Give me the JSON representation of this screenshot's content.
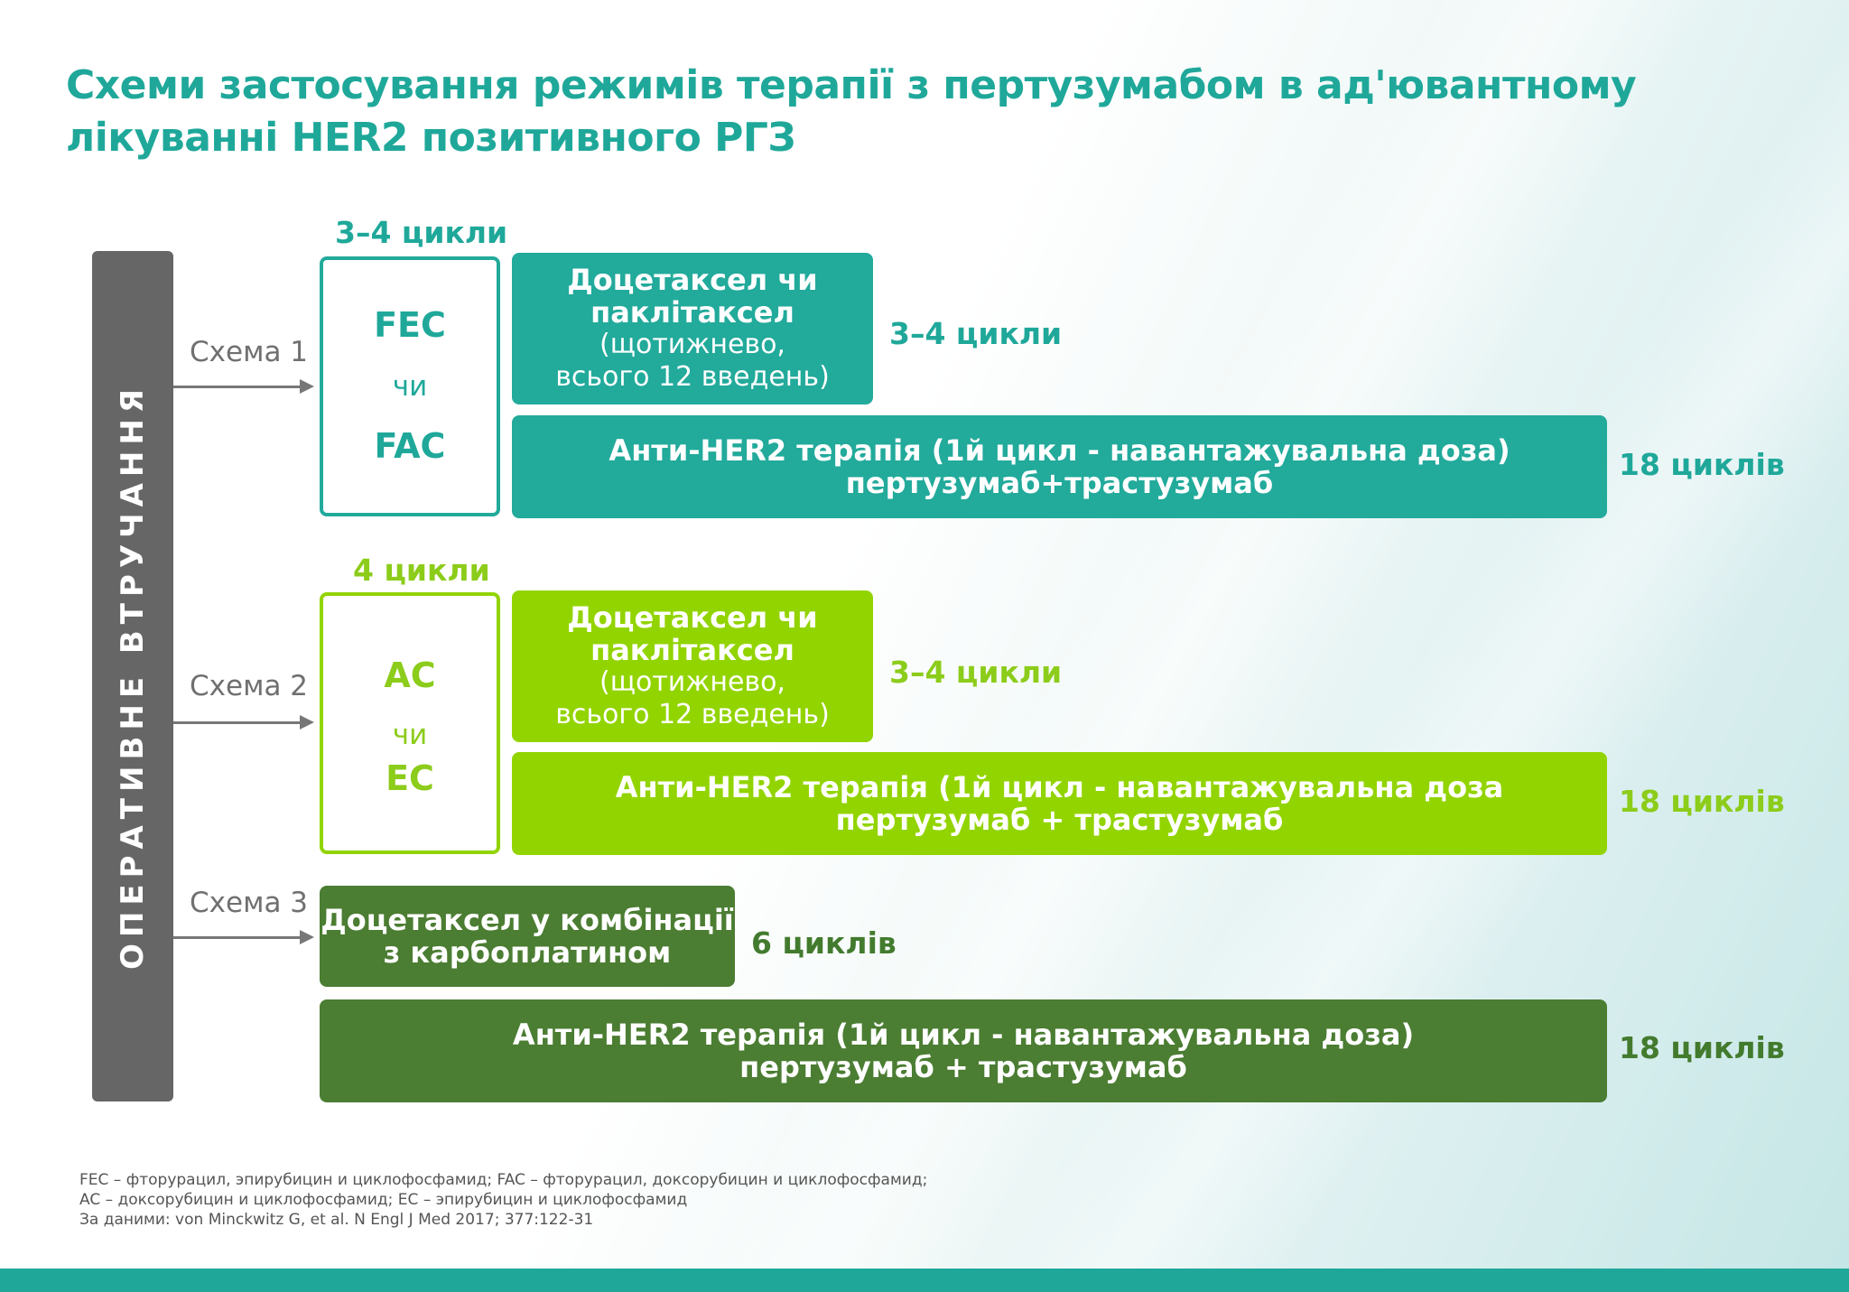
{
  "title_line1": "Схеми застосування режимів терапії з пертузумабом в ад'ювантному",
  "title_line2": "лікуванні HER2 позитивного РГЗ",
  "vertical_label": "ОПЕРАТИВНЕ ВТРУЧАННЯ",
  "colors": {
    "teal": "#22aa9b",
    "lime": "#92d400",
    "dark_green": "#4b7d32",
    "surgery_bar": "#666666"
  },
  "scheme1": {
    "label": "Схема 1",
    "chemo_cycles": "3–4 цикли",
    "chemo_opt1": "FEC",
    "chemo_or": "чи",
    "chemo_opt2": "FAC",
    "taxane_line1": "Доцетаксел чи",
    "taxane_line2": "паклітаксел",
    "taxane_line3": "(щотижнево,",
    "taxane_line4": "всього 12 введень)",
    "taxane_cycles": "3–4 цикли",
    "her2_line1": "Анти-HER2 терапія (1й цикл - навантажувальна доза)",
    "her2_line2": "пертузумаб+трастузумаб",
    "her2_cycles": "18 циклів"
  },
  "scheme2": {
    "label": "Схема 2",
    "chemo_cycles": "4 цикли",
    "chemo_opt1": "AC",
    "chemo_or": "чи",
    "chemo_opt2": "EC",
    "taxane_line1": "Доцетаксел чи",
    "taxane_line2": "паклітаксел",
    "taxane_line3": "(щотижнево,",
    "taxane_line4": "всього 12 введень)",
    "taxane_cycles": "3–4 цикли",
    "her2_line1": "Анти-HER2 терапія (1й цикл - навантажувальна доза",
    "her2_line2": "пертузумаб + трастузумаб",
    "her2_cycles": "18 циклів"
  },
  "scheme3": {
    "label": "Схема 3",
    "chemo_line1": "Доцетаксел у комбінації",
    "chemo_line2": "з карбоплатином",
    "chemo_cycles": "6 циклів",
    "her2_line1": "Анти-HER2 терапія (1й цикл - навантажувальна доза)",
    "her2_line2": "пертузумаб + трастузумаб",
    "her2_cycles": "18 циклів"
  },
  "footnote": {
    "line1": "FEC – фторурацил, эпирубицин и циклофосфамид; FAC – фторурацил, доксорубицин и циклофосфамид;",
    "line2": "AC – доксорубицин и циклофосфамид; EC – эпирубицин и циклофосфамид",
    "line3": "За даними: von Minckwitz G, et al. N Engl J Med 2017; 377:122-31"
  }
}
